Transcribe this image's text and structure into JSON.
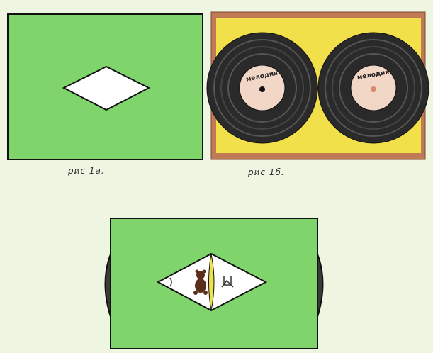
{
  "figures": {
    "a": {
      "caption": "рис 1а.",
      "colors": {
        "board": "#7ed36a",
        "window": "#ffffff",
        "outline": "#111111"
      }
    },
    "b": {
      "caption": "рис 1б.",
      "colors": {
        "tray": "#f2e04a",
        "rim": "#c07a55",
        "record": "#2a2a2a",
        "center": "#f2d6c6"
      },
      "records": [
        {
          "label": "мелодия"
        },
        {
          "label": "мелодия"
        }
      ]
    },
    "c": {
      "colors": {
        "board": "#7ed36a",
        "window": "#ffffff",
        "divider": "#f0e04a",
        "bear": "#5a2e1a"
      },
      "icons": [
        "bear-icon",
        "figure-icon"
      ]
    }
  }
}
